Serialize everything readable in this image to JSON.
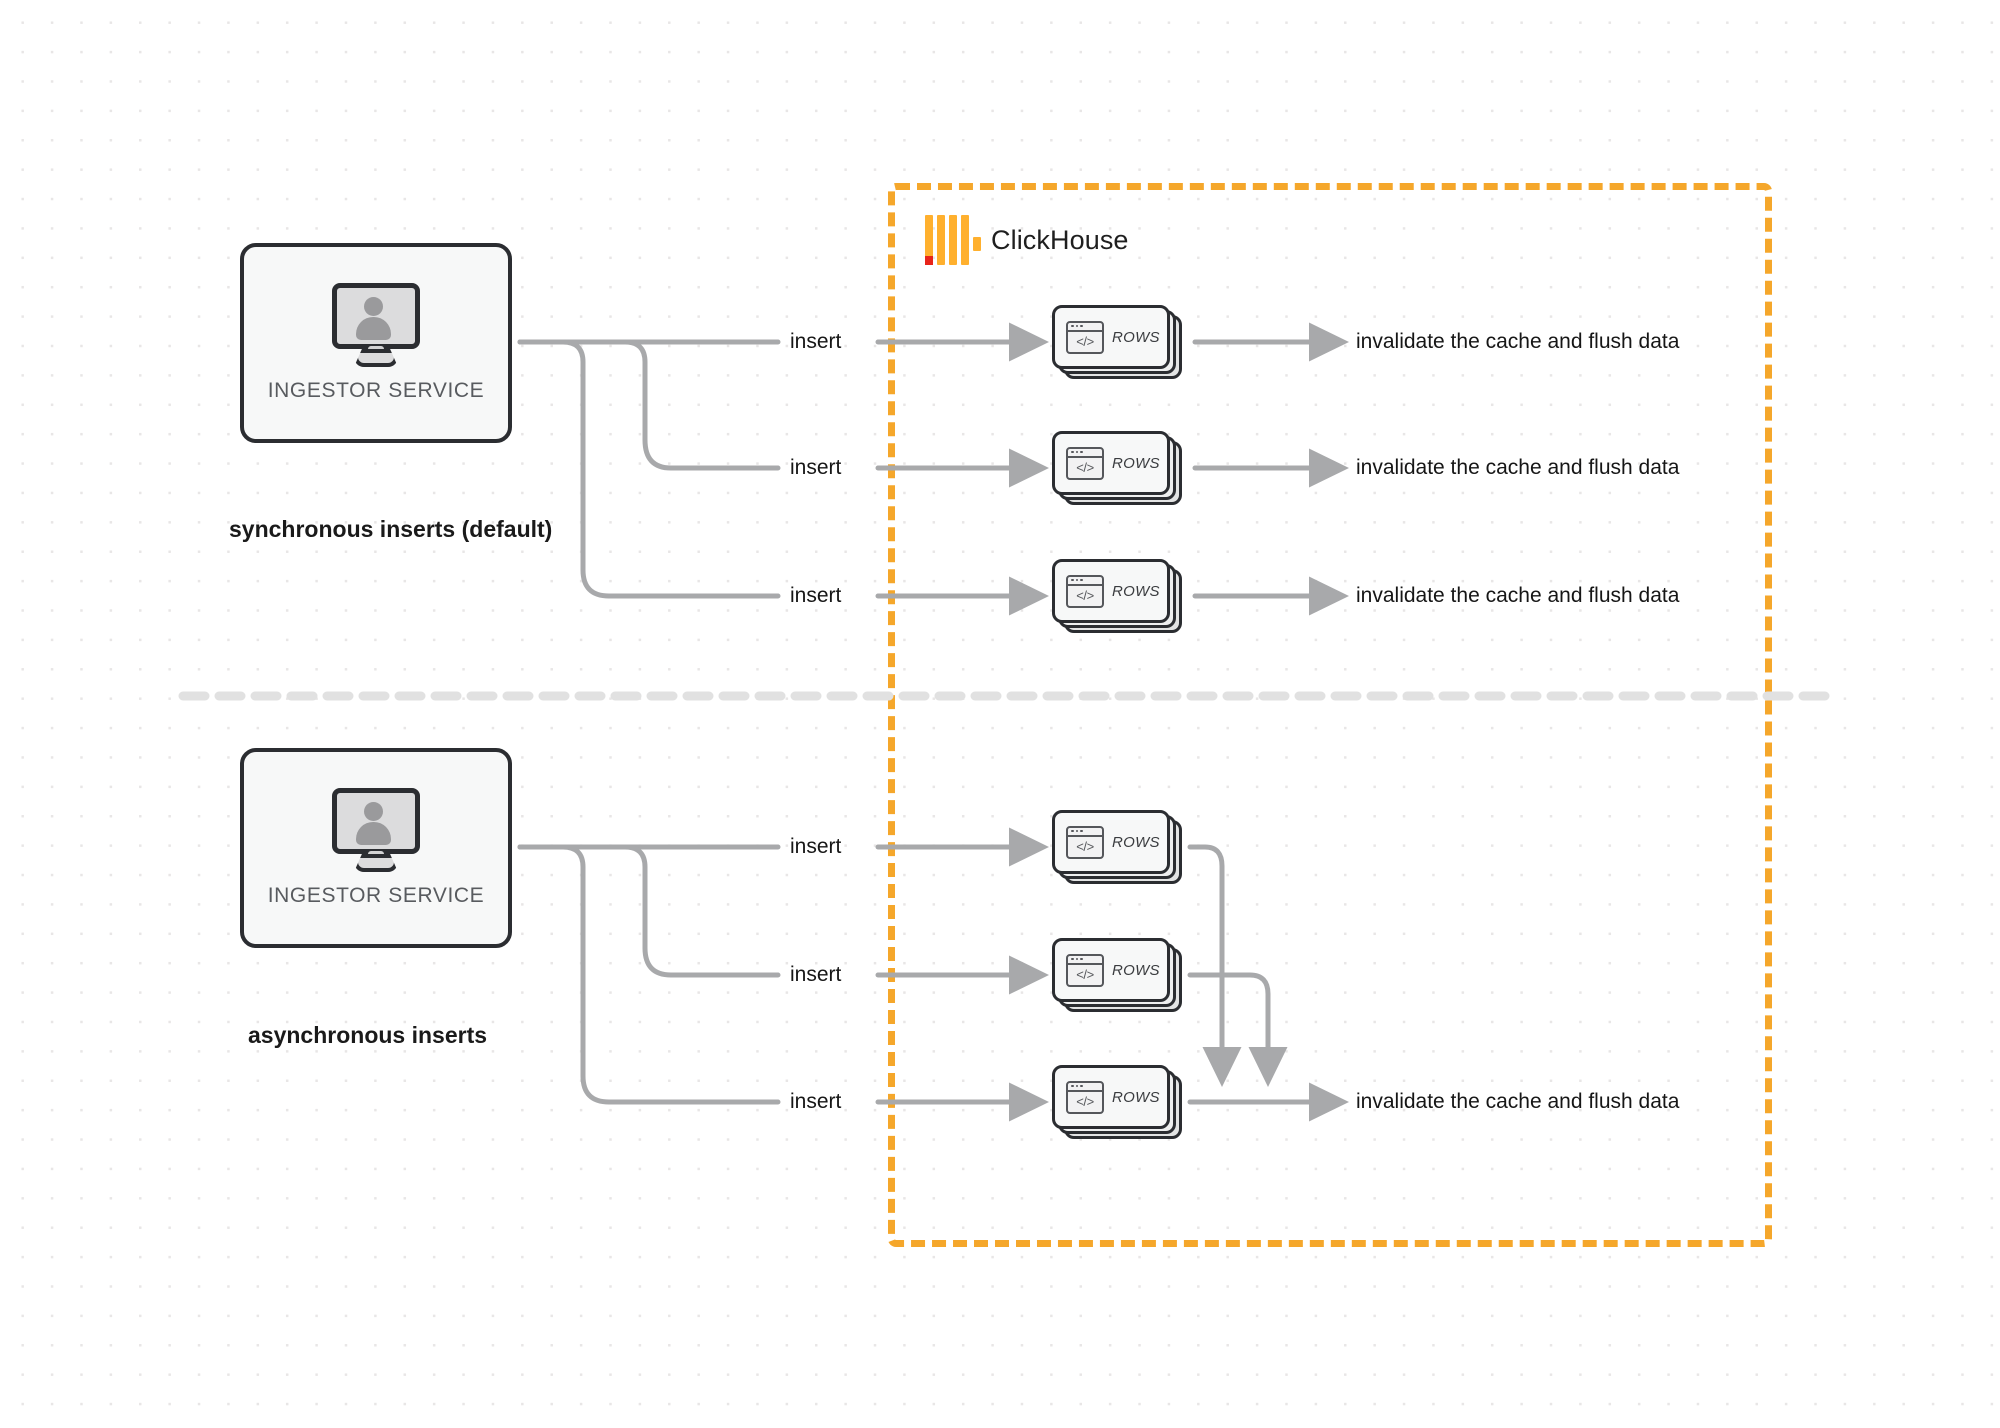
{
  "diagram": {
    "title": "ClickHouse synchronous vs asynchronous inserts",
    "colors": {
      "region_border": "#f5a72b",
      "logo_yellow": "#ffb02e",
      "logo_red": "#e8241a",
      "node_border": "#2b2d31",
      "node_fill": "#f7f8f8",
      "edge": "#a8a9ab",
      "divider": "#e1e1e1"
    }
  },
  "region": {
    "name": "ClickHouse",
    "logo": "clickhouse-logo"
  },
  "groups": [
    {
      "id": "sync",
      "caption": "synchronous inserts (default)",
      "service": {
        "label": "INGESTOR SERVICE",
        "icon": "monitor-user-icon"
      },
      "edges": [
        {
          "label": "insert"
        },
        {
          "label": "insert"
        },
        {
          "label": "insert"
        }
      ],
      "nodes": [
        {
          "label": "ROWS",
          "icon": "code-window-icon"
        },
        {
          "label": "ROWS",
          "icon": "code-window-icon"
        },
        {
          "label": "ROWS",
          "icon": "code-window-icon"
        }
      ],
      "outputs": [
        {
          "label": "invalidate the cache and flush data"
        },
        {
          "label": "invalidate the cache and flush data"
        },
        {
          "label": "invalidate the cache and flush data"
        }
      ]
    },
    {
      "id": "async",
      "caption": "asynchronous inserts",
      "service": {
        "label": "INGESTOR SERVICE",
        "icon": "monitor-user-icon"
      },
      "edges": [
        {
          "label": "insert"
        },
        {
          "label": "insert"
        },
        {
          "label": "insert"
        }
      ],
      "nodes": [
        {
          "label": "ROWS",
          "icon": "code-window-icon"
        },
        {
          "label": "ROWS",
          "icon": "code-window-icon"
        },
        {
          "label": "ROWS",
          "icon": "code-window-icon"
        }
      ],
      "outputs": [
        {
          "label": "invalidate the cache and flush data"
        }
      ]
    }
  ]
}
